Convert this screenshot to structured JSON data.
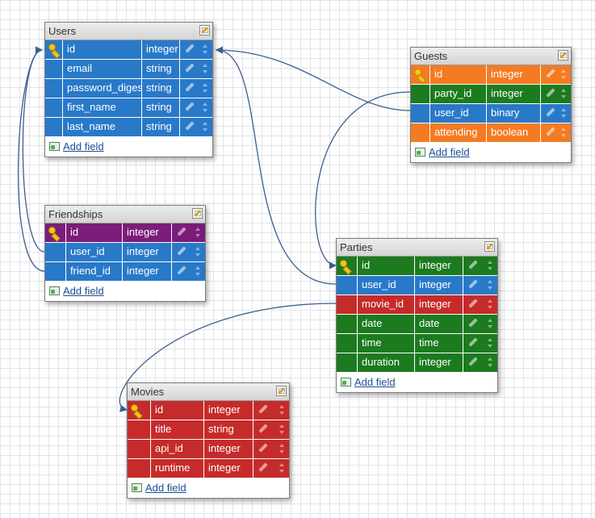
{
  "colors": {
    "blue": "#2979c9",
    "orange": "#f47b22",
    "green": "#1c7a1f",
    "purple": "#7b1c7b",
    "red": "#c62b2b",
    "connector": "#3a5f8f"
  },
  "tables": [
    {
      "id": "users",
      "name": "Users",
      "add_field_label": "Add field",
      "rows": [
        {
          "name": "id",
          "type": "integer",
          "color": "blue",
          "key": true
        },
        {
          "name": "email",
          "type": "string",
          "color": "blue"
        },
        {
          "name": "password_digest",
          "type": "string",
          "color": "blue"
        },
        {
          "name": "first_name",
          "type": "string",
          "color": "blue"
        },
        {
          "name": "last_name",
          "type": "string",
          "color": "blue"
        }
      ]
    },
    {
      "id": "guests",
      "name": "Guests",
      "add_field_label": "Add field",
      "rows": [
        {
          "name": "id",
          "type": "integer",
          "color": "orange",
          "key": true
        },
        {
          "name": "party_id",
          "type": "integer",
          "color": "green"
        },
        {
          "name": "user_id",
          "type": "binary",
          "color": "blue"
        },
        {
          "name": "attending",
          "type": "boolean",
          "color": "orange"
        }
      ]
    },
    {
      "id": "friendships",
      "name": "Friendships",
      "add_field_label": "Add field",
      "rows": [
        {
          "name": "id",
          "type": "integer",
          "color": "purple",
          "key": true
        },
        {
          "name": "user_id",
          "type": "integer",
          "color": "blue"
        },
        {
          "name": "friend_id",
          "type": "integer",
          "color": "blue"
        }
      ]
    },
    {
      "id": "parties",
      "name": "Parties",
      "add_field_label": "Add field",
      "rows": [
        {
          "name": "id",
          "type": "integer",
          "color": "green",
          "key": true
        },
        {
          "name": "user_id",
          "type": "integer",
          "color": "blue"
        },
        {
          "name": "movie_id",
          "type": "integer",
          "color": "red"
        },
        {
          "name": "date",
          "type": "date",
          "color": "green"
        },
        {
          "name": "time",
          "type": "time",
          "color": "green"
        },
        {
          "name": "duration",
          "type": "integer",
          "color": "green"
        }
      ]
    },
    {
      "id": "movies",
      "name": "Movies",
      "add_field_label": "Add field",
      "rows": [
        {
          "name": "id",
          "type": "integer",
          "color": "red",
          "key": true
        },
        {
          "name": "title",
          "type": "string",
          "color": "red"
        },
        {
          "name": "api_id",
          "type": "integer",
          "color": "red"
        },
        {
          "name": "runtime",
          "type": "integer",
          "color": "red"
        }
      ]
    }
  ]
}
